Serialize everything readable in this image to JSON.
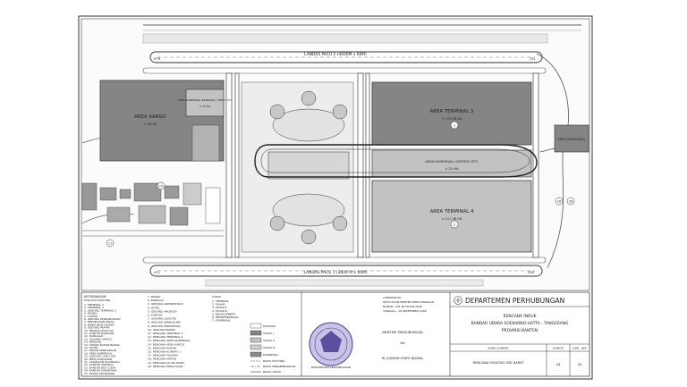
{
  "runways": {
    "north": "LANDAS PACU 2 (4000M x 60M)",
    "south": "LANDAS PACU 1 (3600 M x 60M)",
    "threshold_labels": [
      "07R",
      "25L",
      "07L",
      "25R"
    ]
  },
  "areas": {
    "kargo": {
      "label": "AREA KARGO",
      "size": "± 56 HA"
    },
    "aero_city": {
      "label": "AREA KOMERSIAL BANDARA / AERO CITY",
      "size": "± 15 HA"
    },
    "terminal3": {
      "label": "AREA TERMINAL 3",
      "size": "± 115,28 HA"
    },
    "commercial_center": {
      "label": "AREA KOMERSIAL (CENTER CITY)",
      "size": "± 25 HA"
    },
    "terminal4": {
      "label": "AREA TERMINAL 4",
      "size": "± 121,48 HA"
    },
    "komersial_east": {
      "label": "AREA KOMERSIAL"
    }
  },
  "circled_numbers": [
    "1",
    "2",
    "11",
    "15",
    "16",
    "28"
  ],
  "legend": {
    "header": "KETERANGAN",
    "col1_header": "FASILITAS EXISTING",
    "col1": [
      "TERMINAL 1",
      "TERMINAL 2",
      "GEDUNG TERMINAL 3",
      "MASJID",
      "TOWER",
      "GEDUNG PERKANTORAN",
      "PERUMAHAN DINAS",
      "BANGUNAN GENSET",
      "GEDUNG PKP-PK",
      "PENGOLAHAN AIR",
      "KANTOR BANDARA",
      "HANGGAR",
      "GUDANG KARGO",
      "BENGKEL",
      "TANGKI BAHAN BAKAR",
      "HOTEL",
      "PARKIR KENDARAAN",
      "AREA KOMERSIAL",
      "GEDUNG LAIN-LAIN",
      "MESS KARYAWAN",
      "LAPANGAN OLAHRAGA",
      "KANTOR IMIGRASI",
      "KANTOR BEA CUKAI",
      "KANTOR KARANTINA",
      "POSKO KEAMANAN"
    ],
    "col2": [
      "MASJID",
      "BANGSAL",
      "GEDUNG ADMINISTRASI",
      "HOTEL",
      "GEDUNG ANGKASA",
      "KANTOR",
      "GUDANG LOGISTIK",
      "GEDUNG SERBAGUNA",
      "GEDUNG PERTEMUAN",
      "GEDUNG PARKIR",
      "RENCANA TERMINAL 3",
      "RENCANA TERMINAL 4",
      "RENCANA AREA KOMERSIAL",
      "RENCANA AREA KARGO",
      "RENCANA PARKIR",
      "RENCANA RUNWAY 3",
      "RENCANA TAXIWAY",
      "RENCANA APRON",
      "RENCANA JALAN AKSES",
      "RENCANA PERLUASAN"
    ],
    "col3_header": "TAHAP",
    "col3": [
      "TERMINAL",
      "TAHAP I",
      "TAHAP II",
      "TAHAP III",
      "DEVELOPMENT",
      "PENGEMBANGAN",
      "KOMERSIAL"
    ],
    "swatches": [
      "EXISTING",
      "TAHAP I",
      "TAHAP II",
      "TAHAP III",
      "KOMERSIAL"
    ],
    "lines": [
      "BATAS EXISTING",
      "BATAS PENGEMBANGAN",
      "BATAS TAHAP"
    ]
  },
  "decree": {
    "lines": [
      "LAMPIRAN KE-",
      "KEPUTUSAN MENTERI PERHUBUNGAN",
      "NOMOR : KM 48 TAHUN 2008",
      "TANGGAL : 26 SEPTEMBER 2008"
    ],
    "minister_title": "MENTERI PERHUBUNGAN",
    "ttd": "ttd",
    "minister_name": "IR. JUSMAN SYAFII DJAMAL",
    "seal_text": "DEPARTEMEN PERHUBUNGAN"
  },
  "title_block": {
    "agency": "DEPARTEMEN PERHUBUNGAN",
    "plan_title": "RENCANA INDUK",
    "airport": "BANDAR UDARA SOEKARNO-HATTA - TANGERANG",
    "province": "PROVINSI BANTEN",
    "col_headers": [
      "NAMA GAMBAR",
      "NOMOR",
      "JUML. LBR"
    ],
    "drawing_name": "RENCANA FASILITAS SISI DARAT",
    "nomor": "03",
    "jumlah": "03"
  }
}
